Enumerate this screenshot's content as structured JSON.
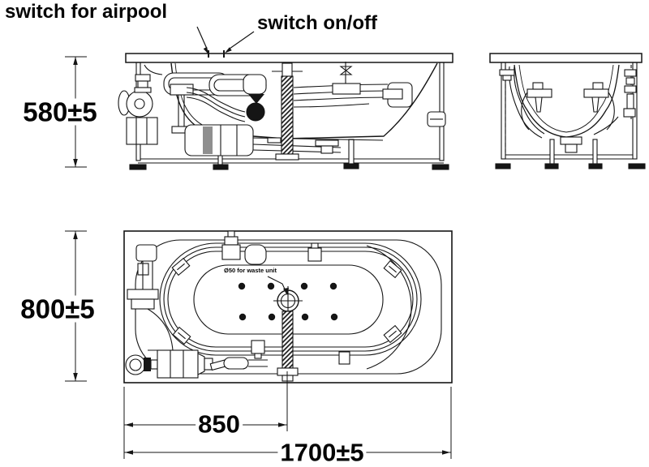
{
  "callouts": {
    "switch_airpool": "switch for airpool",
    "switch_onoff": "switch on/off"
  },
  "dimensions": {
    "side_height": "580±5",
    "plan_width": "800±5",
    "drain_from_left": "850",
    "overall_length": "1700±5"
  },
  "annotations": {
    "waste_unit": "Ø50 for waste unit"
  },
  "colors": {
    "ink": "#151515",
    "paper": "#ffffff",
    "shade": "#8f8f8f"
  }
}
